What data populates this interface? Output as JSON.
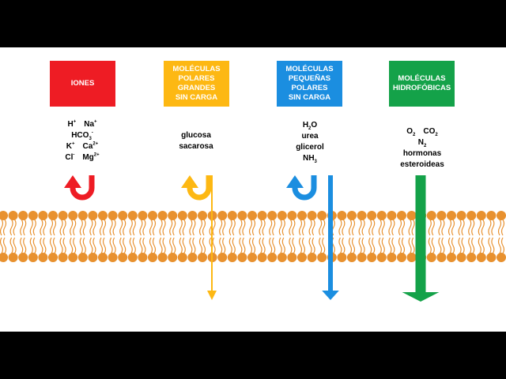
{
  "colors": {
    "ions": "#ee1c24",
    "large_polar": "#fdb813",
    "small_polar": "#1b8ee0",
    "hydrophobic": "#14a249",
    "lipid_head": "#e8912f",
    "lipid_tail": "#e8912f"
  },
  "categories": [
    {
      "id": "ions",
      "label": "IONES"
    },
    {
      "id": "large_polar",
      "label": "MOLÉCULAS\nPOLARES\nGRANDES\nSIN CARGA"
    },
    {
      "id": "small_polar",
      "label": "MOLÉCULAS\nPEQUEÑAS\nPOLARES\nSIN CARGA"
    },
    {
      "id": "hydrophobic",
      "label": "MOLÉCULAS\nHIDROFÓBICAS"
    }
  ],
  "ions": {
    "h": "H",
    "h_sup": "+",
    "na": "Na",
    "na_sup": "+",
    "hco3": "HCO",
    "hco3_sub": "3",
    "hco3_sup": "-",
    "k": "K",
    "k_sup": "+",
    "ca": "Ca",
    "ca_sup": "2+",
    "cl": "Cl",
    "cl_sup": "-",
    "mg": "Mg",
    "mg_sup": "2+"
  },
  "large_polar": {
    "item1": "glucosa",
    "item2": "sacarosa"
  },
  "small_polar": {
    "h2o": "H",
    "h2o_sub": "2",
    "h2o_end": "O",
    "urea": "urea",
    "glicerol": "glicerol",
    "nh3": "NH",
    "nh3_sub": "3"
  },
  "hydrophobic": {
    "o2": "O",
    "o2_sub": "2",
    "co2": "CO",
    "co2_sub": "2",
    "n2": "N",
    "n2_sub": "2",
    "hormonas": "hormonas",
    "esteroideas": "esteroideas"
  },
  "arrows": {
    "ions": "reflected",
    "large_polar": "reflected-and-slow-pass",
    "small_polar": "reflected-and-pass",
    "hydrophobic": "pass"
  }
}
